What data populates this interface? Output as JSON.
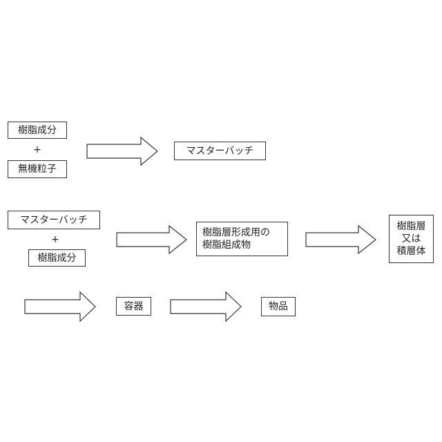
{
  "row1": {
    "input_a": "樹脂成分",
    "plus": "+",
    "input_b": "無機粒子",
    "output": "マスターバッチ"
  },
  "row2": {
    "input_a": "マスターバッチ",
    "plus": "+",
    "input_b": "樹脂成分",
    "composition": [
      "樹脂層形成用の",
      "樹脂組成物"
    ],
    "result": [
      "樹脂層",
      "又は",
      "積層体"
    ]
  },
  "row3": {
    "container": "容器",
    "article": "物品"
  }
}
